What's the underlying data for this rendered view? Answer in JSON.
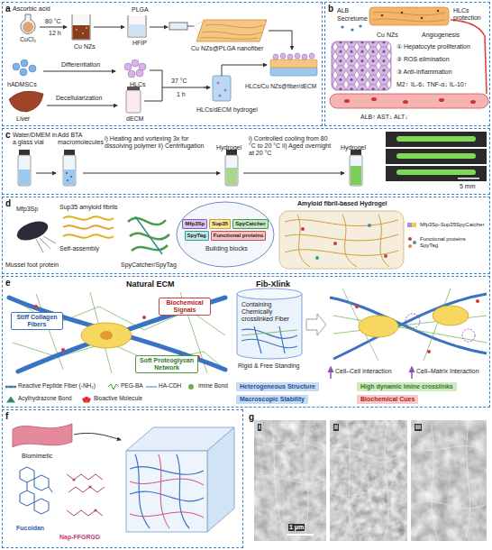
{
  "diagram": {
    "nodes": [
      {
        "text": [
          "a"
        ]
      },
      {
        "text": [
          "b"
        ]
      },
      {
        "text": [
          "c"
        ]
      },
      {
        "text": [
          "d"
        ]
      },
      {
        "text": [
          "e"
        ]
      },
      {
        "text": [
          "f"
        ]
      },
      {
        "text": [
          "Mfp3Sp"
        ],
        "in": 3
      },
      {
        "text": [
          "Sup35"
        ],
        "in": 3
      },
      {
        "text": [
          "SpyCatcher"
        ],
        "in": 3
      },
      {
        "text": [
          "SpyTag"
        ],
        "in": 3
      },
      {
        "text": [
          "Functional proteins"
        ],
        "in": 3
      },
      {
        "text": [
          "Stiff Collagen Fibers"
        ],
        "in": 4
      },
      {
        "text": [
          "Biochemical Signals"
        ],
        "in": 4
      },
      {
        "text": [
          "Soft Proteoglycan Network"
        ],
        "in": 4
      },
      {
        "text": [
          "Heterogeneous Structure"
        ],
        "in": 4
      },
      {
        "text": [
          "Macroscopic Stability"
        ],
        "in": 4
      },
      {
        "text": [
          "High dynamic imine crosslinks"
        ],
        "in": 4
      },
      {
        "text": [
          "Biochemical Cues"
        ],
        "in": 4
      }
    ],
    "labels": [
      "Ascorbic acid",
      "CuCl₂",
      "80 °C",
      "12 h",
      "PLGA",
      "HFIP",
      "Cu NZs",
      "Cu NZs@PLGA nanofiber",
      "hADMSCs",
      "Differentiation",
      "HLCs",
      "Liver",
      "Decellularization",
      "dECM",
      "37 °C",
      "1 h",
      "HLCs/dECM hydrogel",
      "HLCs/Cu NZs@fiber/dECM",
      "ALB",
      "Secretome",
      "HLCs protection",
      "Cu NZs",
      "Angiogenesis",
      "① Hepatocyte proliferation",
      "② ROS elimination",
      "③ Anti-inflammation",
      "M2↑",
      "IL-6↓ TNF-α↓ IL-10↑",
      "ALB↑ AST↓ ALT↓",
      "Water/DMEM in a glass vial",
      "Add BTA macromolecules",
      "i) Heating and vortexing 3x for dissolving polymer ii) Centrifugation",
      "Hydrogel",
      "i) Controlled cooling from 80 °C to 20 °C ii) Aged overnight at 20 °C",
      "Hydrogel",
      "5 mm",
      "Mfp3Sp",
      "Mussel foot protein",
      "Sup35 amyloid fibrils",
      "Self-assembly",
      "SpyCatcher/SpyTag",
      "Building blocks",
      "Amyloid fibril-based Hydrogel",
      "Mfp3Sp-Sup35SpyCatcher",
      "Functional proteins SpyTag",
      "Natural ECM",
      "Fib-Xlink",
      "Containing Chemically crosslinked Fiber",
      "Rigid & Free Standing",
      "Cell–Cell Interaction",
      "Cell–Matrix Interaction",
      "Biomimetic",
      "Fucoidan",
      "Nap-FFGRGD",
      "g",
      "i",
      "ii",
      "iii",
      "1 μm"
    ],
    "legend": [
      {
        "text": "Reactive Peptide Fiber (-NH₂)"
      },
      {
        "text": "PEG-BA"
      },
      {
        "text": "HA-CDH"
      },
      {
        "text": "Imine Bond"
      },
      {
        "text": "Acylhydrazone Bond"
      },
      {
        "text": "Bioactive Molecule"
      }
    ]
  }
}
